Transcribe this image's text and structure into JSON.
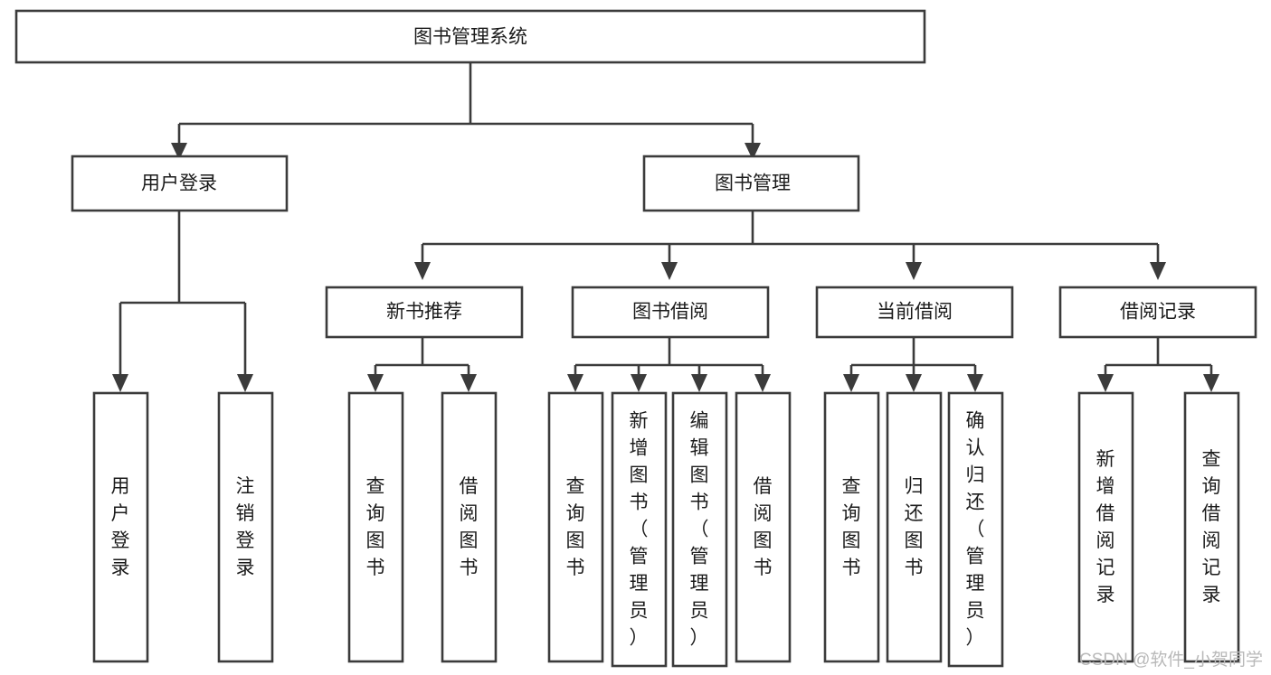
{
  "diagram": {
    "title": "图书管理系统",
    "type": "hierarchy-tree",
    "watermark": "CSDN @软件_小贺同学",
    "colors": {
      "box_stroke": "#3b3b3b",
      "box_fill": "#ffffff",
      "text": "#1b1b1b",
      "connector": "#3b3b3b",
      "watermark": "#b9b9b9",
      "background": "#ffffff"
    },
    "root": {
      "label": "图书管理系统"
    },
    "level2": [
      {
        "label": "用户登录"
      },
      {
        "label": "图书管理"
      }
    ],
    "level3": [
      {
        "label": "新书推荐"
      },
      {
        "label": "图书借阅"
      },
      {
        "label": "当前借阅"
      },
      {
        "label": "借阅记录"
      }
    ],
    "leaves": {
      "user_login": [
        {
          "label": "用户登录"
        },
        {
          "label": "注销登录"
        }
      ],
      "new_book_recommend": [
        {
          "label": "查询图书"
        },
        {
          "label": "借阅图书"
        }
      ],
      "book_borrow": [
        {
          "label": "查询图书"
        },
        {
          "label": "新增图书（管理员）"
        },
        {
          "label": "编辑图书（管理员）"
        },
        {
          "label": "借阅图书"
        }
      ],
      "current_borrow": [
        {
          "label": "查询图书"
        },
        {
          "label": "归还图书"
        },
        {
          "label": "确认归还（管理员）"
        }
      ],
      "borrow_record": [
        {
          "label": "新增借阅记录"
        },
        {
          "label": "查询借阅记录"
        }
      ]
    }
  }
}
